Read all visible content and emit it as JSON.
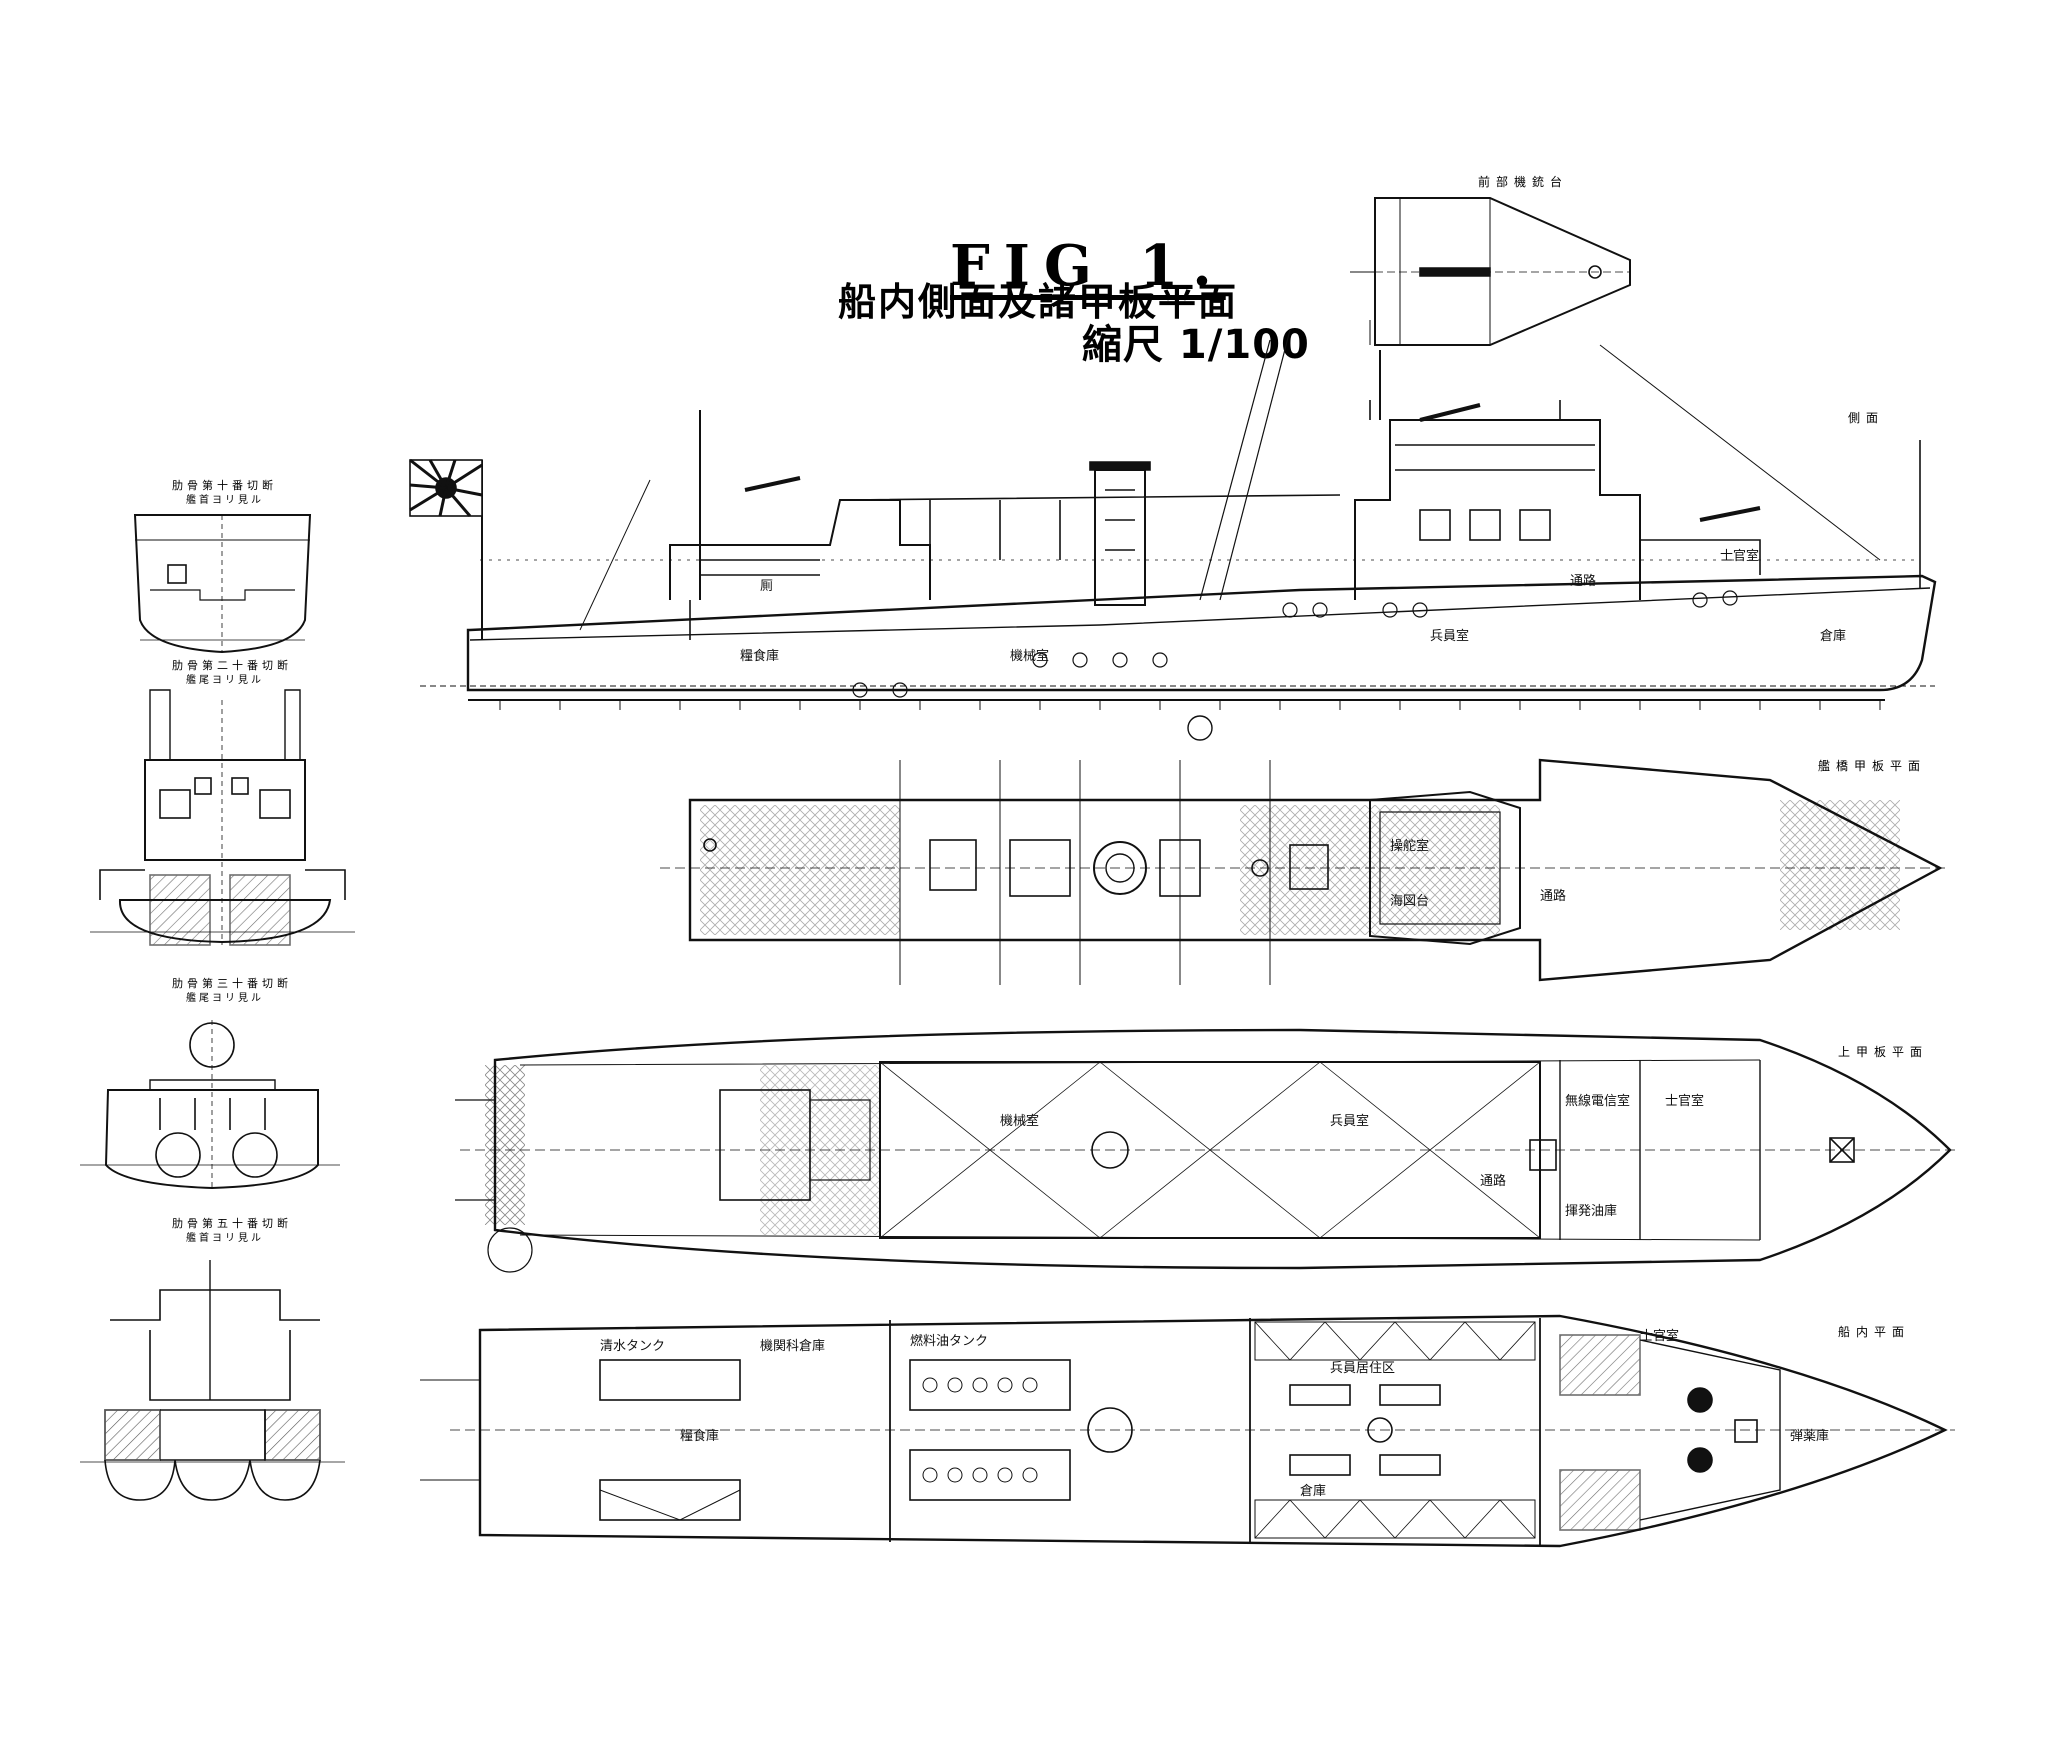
{
  "title": {
    "fig": "FIG 1.",
    "subtitle": "船内側面及諸甲板平面",
    "scale": "縮尺 1/100"
  },
  "views": {
    "side_elevation": "側面",
    "bridge_deck_plan": "艦橋甲板平面",
    "upper_deck_plan": "上甲板平面",
    "hold_plan": "船内平面",
    "gun_platform_plan": "前部機銃台"
  },
  "sections": [
    {
      "title": "肋骨第十番切断",
      "sub": "艦首ヨリ見ル"
    },
    {
      "title": "肋骨第二十番切断",
      "sub": "艦尾ヨリ見ル"
    },
    {
      "title": "肋骨第三十番切断",
      "sub": "艦尾ヨリ見ル"
    },
    {
      "title": "肋骨第五十番切断",
      "sub": "艦首ヨリ見ル"
    }
  ],
  "side_labels": [
    "機械室",
    "兵員室",
    "通路",
    "士官室",
    "倉庫",
    "糧食庫",
    "厠"
  ],
  "upper_labels": [
    "機械室",
    "兵員室",
    "通路",
    "無線電信室",
    "士官室",
    "揮発油庫"
  ],
  "hold_labels": [
    "糧食庫",
    "機関科倉庫",
    "清水タンク",
    "燃料油タンク",
    "兵員居住区",
    "倉庫",
    "士官室",
    "弾薬庫"
  ],
  "bridge_labels": [
    "操舵室",
    "通路",
    "海図台"
  ],
  "style": {
    "ink": "#111111",
    "paper": "#ffffff",
    "flag": "#111111"
  }
}
